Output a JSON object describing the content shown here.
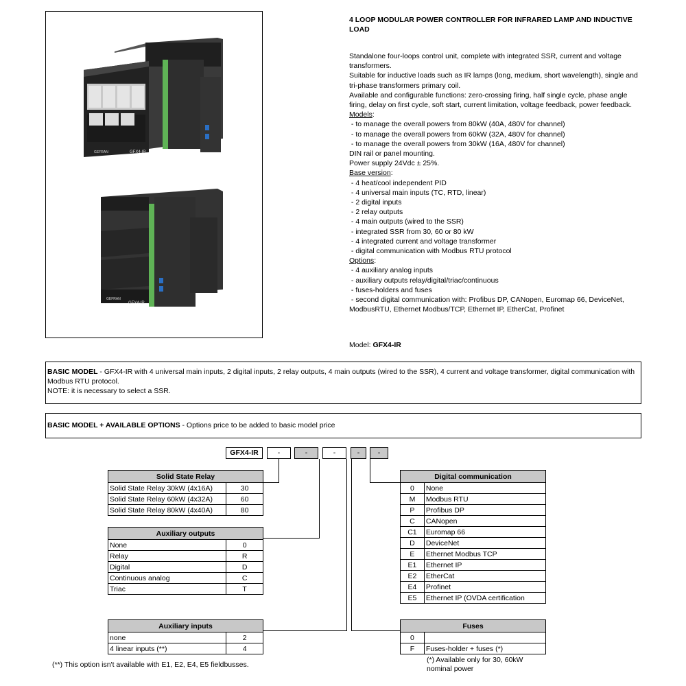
{
  "description": {
    "title": "4 LOOP MODULAR POWER CONTROLLER FOR INFRARED LAMP AND INDUCTIVE LOAD",
    "intro": [
      "Standalone four-loops control unit, complete with integrated SSR, current and voltage transformers.",
      "Suitable for inductive loads such as IR lamps (long, medium, short wavelength), single and tri-phase transformers primary coil.",
      "Available and configurable functions: zero-crossing firing, half single cycle, phase angle firing, delay on first cycle, soft start, current limitation, voltage feedback, power feedback."
    ],
    "models_label": "Models",
    "models": [
      " - to manage the overall powers from 80kW (40A, 480V for channel)",
      " - to manage the overall powers from 60kW (32A, 480V for channel)",
      " - to manage the overall powers from 30kW (16A, 480V for channel)"
    ],
    "mounting": "DIN rail or panel mounting.",
    "power_supply": "Power supply 24Vdc ± 25%.",
    "base_label": "Base version",
    "base": [
      " - 4 heat/cool independent PID",
      " - 4 universal main inputs (TC, RTD, linear)",
      " - 2 digital inputs",
      " - 2 relay outputs",
      " - 4 main outputs (wired to the SSR)",
      " - integrated SSR from 30, 60 or 80 kW",
      " - 4 integrated current and voltage transformer",
      " - digital communication with Modbus RTU protocol"
    ],
    "options_label": "Options",
    "options": [
      " - 4 auxiliary analog inputs",
      " - auxiliary outputs relay/digital/triac/continuous",
      " - fuses-holders and fuses",
      " - second digital communication with: Profibus DP, CANopen, Euromap 66, DeviceNet, ModbusRTU, Ethernet Modbus/TCP, Ethernet IP, EtherCat, Profinet"
    ],
    "model_prefix": "Model: ",
    "model_name": "GFX4-IR"
  },
  "basic_model": {
    "label": "BASIC MODEL",
    "text": " - GFX4-IR with 4 universal main inputs, 2 digital inputs, 2 relay outputs, 4 main outputs (wired to the SSR), 4 current and voltage transformer, digital communication with Modbus RTU protocol.",
    "note": "NOTE: it is necessary to select a SSR."
  },
  "options_header": {
    "label": "BASIC MODEL + AVAILABLE OPTIONS",
    "text": " - Options price to be added to basic model price"
  },
  "code": {
    "base": "GFX4-IR",
    "dashes": [
      "-",
      "-",
      "-",
      "-",
      "-"
    ]
  },
  "ssr": {
    "title": "Solid State Relay",
    "rows": [
      [
        "Solid State Relay 30kW (4x16A)",
        "30"
      ],
      [
        "Solid State Relay 60kW (4x32A)",
        "60"
      ],
      [
        "Solid State Relay 80kW (4x40A)",
        "80"
      ]
    ]
  },
  "aux_outputs": {
    "title": "Auxiliary outputs",
    "rows": [
      [
        "None",
        "0"
      ],
      [
        "Relay",
        "R"
      ],
      [
        "Digital",
        "D"
      ],
      [
        "Continuous analog",
        "C"
      ],
      [
        "Triac",
        "T"
      ]
    ]
  },
  "aux_inputs": {
    "title": "Auxiliary inputs",
    "rows": [
      [
        "none",
        "2"
      ],
      [
        "4 linear inputs (**)",
        "4"
      ]
    ],
    "footnote": "(**) This option isn't available with E1, E2, E4, E5 fieldbusses."
  },
  "digital_comm": {
    "title": "Digital communication",
    "rows": [
      [
        "0",
        "None"
      ],
      [
        "M",
        "Modbus RTU"
      ],
      [
        "P",
        "Profibus DP"
      ],
      [
        "C",
        "CANopen"
      ],
      [
        "C1",
        "Euromap 66"
      ],
      [
        "D",
        "DeviceNet"
      ],
      [
        "E",
        "Ethernet Modbus TCP"
      ],
      [
        "E1",
        "Ethernet IP"
      ],
      [
        "E2",
        "EtherCat"
      ],
      [
        "E4",
        "Profinet"
      ],
      [
        "E5",
        "Ethernet IP (OVDA certification"
      ]
    ]
  },
  "fuses": {
    "title": "Fuses",
    "rows": [
      [
        "0",
        ""
      ],
      [
        "F",
        "Fuses-holder + fuses (*)"
      ]
    ],
    "footnote_1": "(*) Available only for 30, 60kW",
    "footnote_2": "nominal power"
  },
  "product_image": {
    "brand": "GEFRAN",
    "label_top": "GFX4-IR",
    "label_bottom": "GFX4-IR"
  },
  "colors": {
    "header_grey": "#c8c8c8",
    "terminal_green": "#5fb356",
    "body_dark": "#2b2b2b"
  }
}
